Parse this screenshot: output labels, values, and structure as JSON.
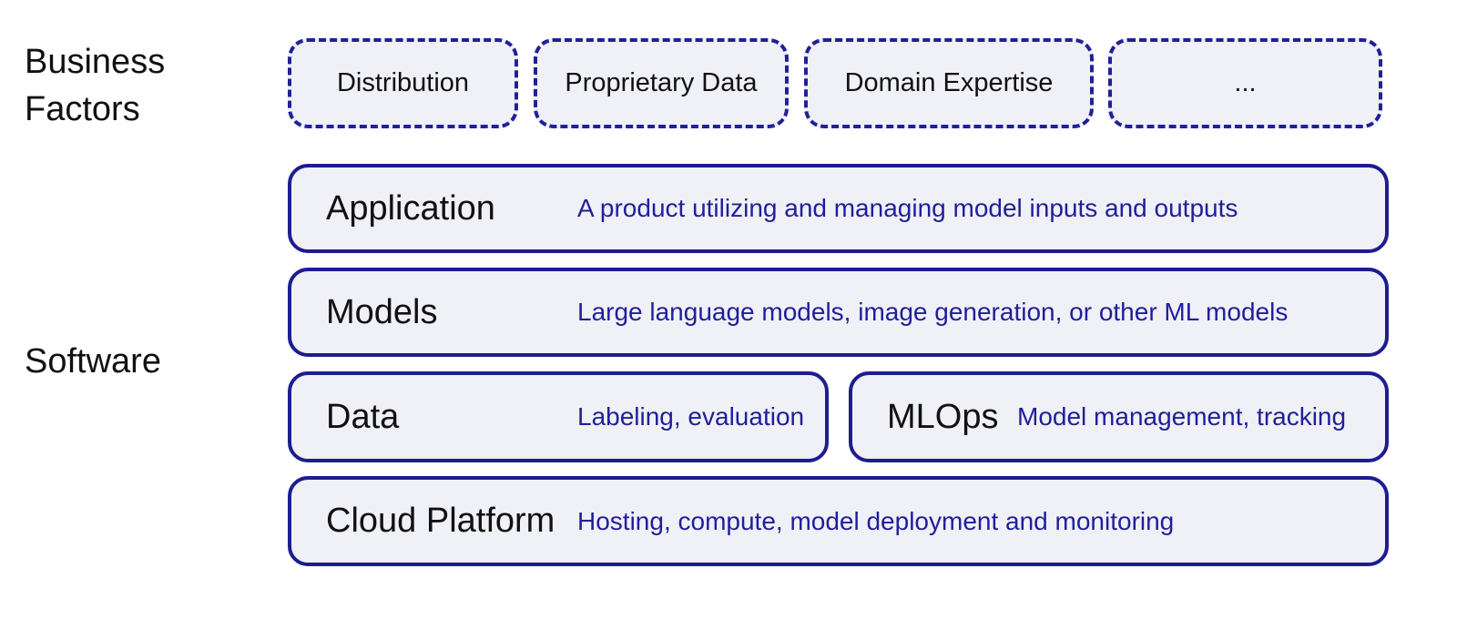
{
  "labels": {
    "business": "Business\nFactors",
    "software": "Software"
  },
  "business_factors": [
    {
      "label": "Distribution"
    },
    {
      "label": "Proprietary Data"
    },
    {
      "label": "Domain Expertise"
    },
    {
      "label": "..."
    }
  ],
  "layers": {
    "application": {
      "title": "Application",
      "desc": "A product utilizing and managing model inputs and outputs"
    },
    "models": {
      "title": "Models",
      "desc": "Large language models, image generation, or other ML models"
    },
    "data": {
      "title": "Data",
      "desc": "Labeling, evaluation"
    },
    "mlops": {
      "title": "MLOps",
      "desc": "Model management, tracking"
    },
    "cloud": {
      "title": "Cloud Platform",
      "desc": "Hosting, compute, model deployment and monitoring"
    }
  },
  "colors": {
    "border": "#1d1d90",
    "box_fill": "#f0f0f7",
    "desc_text": "#1f1f9a"
  }
}
